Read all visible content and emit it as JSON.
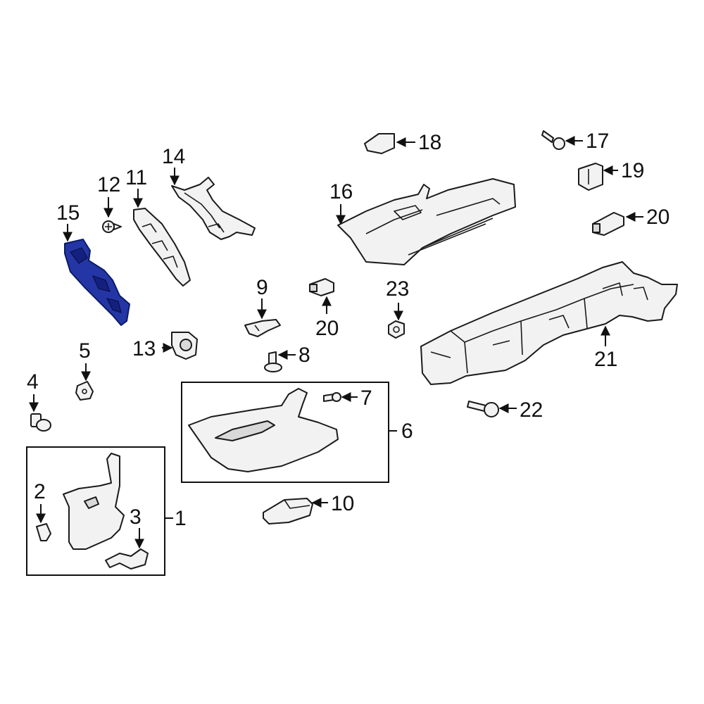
{
  "callouts": {
    "c1": "1",
    "c2": "2",
    "c3": "3",
    "c4": "4",
    "c5": "5",
    "c6": "6",
    "c7": "7",
    "c8": "8",
    "c9": "9",
    "c10": "10",
    "c11": "11",
    "c12": "12",
    "c13": "13",
    "c14": "14",
    "c15": "15",
    "c16": "16",
    "c17": "17",
    "c18": "18",
    "c19": "19",
    "c20a": "20",
    "c20b": "20",
    "c21": "21",
    "c22": "22",
    "c23": "23"
  },
  "colors": {
    "highlight_part": "#2436a6",
    "line": "#1a1a1a",
    "part_fill": "#f2f2f2",
    "background": "#ffffff"
  },
  "highlighted_part": "15"
}
